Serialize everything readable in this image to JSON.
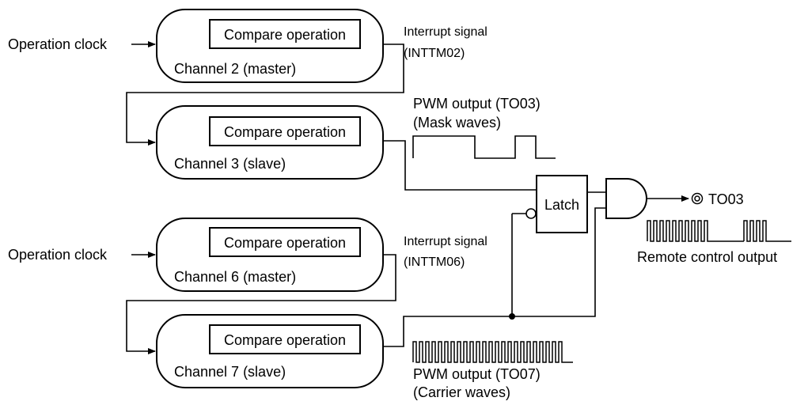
{
  "clock_label": "Operation clock",
  "compare_label": "Compare operation",
  "channels": {
    "ch2": "Channel 2 (master)",
    "ch3": "Channel 3 (slave)",
    "ch6": "Channel 6 (master)",
    "ch7": "Channel 7 (slave)"
  },
  "interrupt_a": {
    "line1": "Interrupt signal",
    "line2": "(INTTM02)"
  },
  "interrupt_b": {
    "line1": "Interrupt signal",
    "line2": "(INTTM06)"
  },
  "pwm_mask": {
    "line1": "PWM output (TO03)",
    "line2": "(Mask waves)"
  },
  "pwm_carrier": {
    "line1": "PWM output (TO07)",
    "line2": "(Carrier waves)"
  },
  "latch_label": "Latch",
  "output_pin": "TO03",
  "remote_output": "Remote control output",
  "pin_symbol": "◎"
}
